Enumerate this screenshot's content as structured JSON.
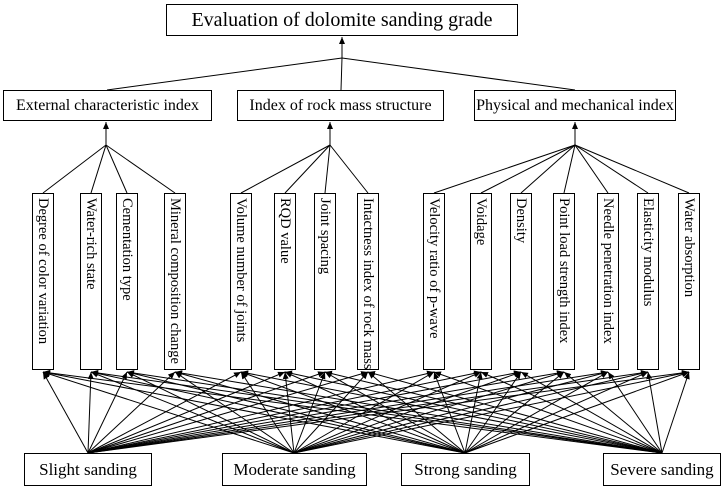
{
  "goal": "Evaluation of dolomite sanding grade",
  "criteria": [
    "External characteristic index",
    "Index of rock mass structure",
    "Physical and mechanical index"
  ],
  "indicators": {
    "external": [
      "Degree of color variation",
      "Water-rich state",
      "Cementation type",
      "Mineral composition change"
    ],
    "structure": [
      "Volume number of joints",
      "RQD value",
      "Joint spacing",
      "Intactness index of rock mass"
    ],
    "physical": [
      "Velocity ratio of p-wave",
      "Voidage",
      "Density",
      "Point load strength index",
      "Needle penetration index",
      "Elasticity modulus",
      "Water absorption"
    ]
  },
  "grades": [
    "Slight sanding",
    "Moderate sanding",
    "Strong sanding",
    "Severe sanding"
  ],
  "colors": {
    "line": "#000000",
    "background": "#ffffff"
  }
}
